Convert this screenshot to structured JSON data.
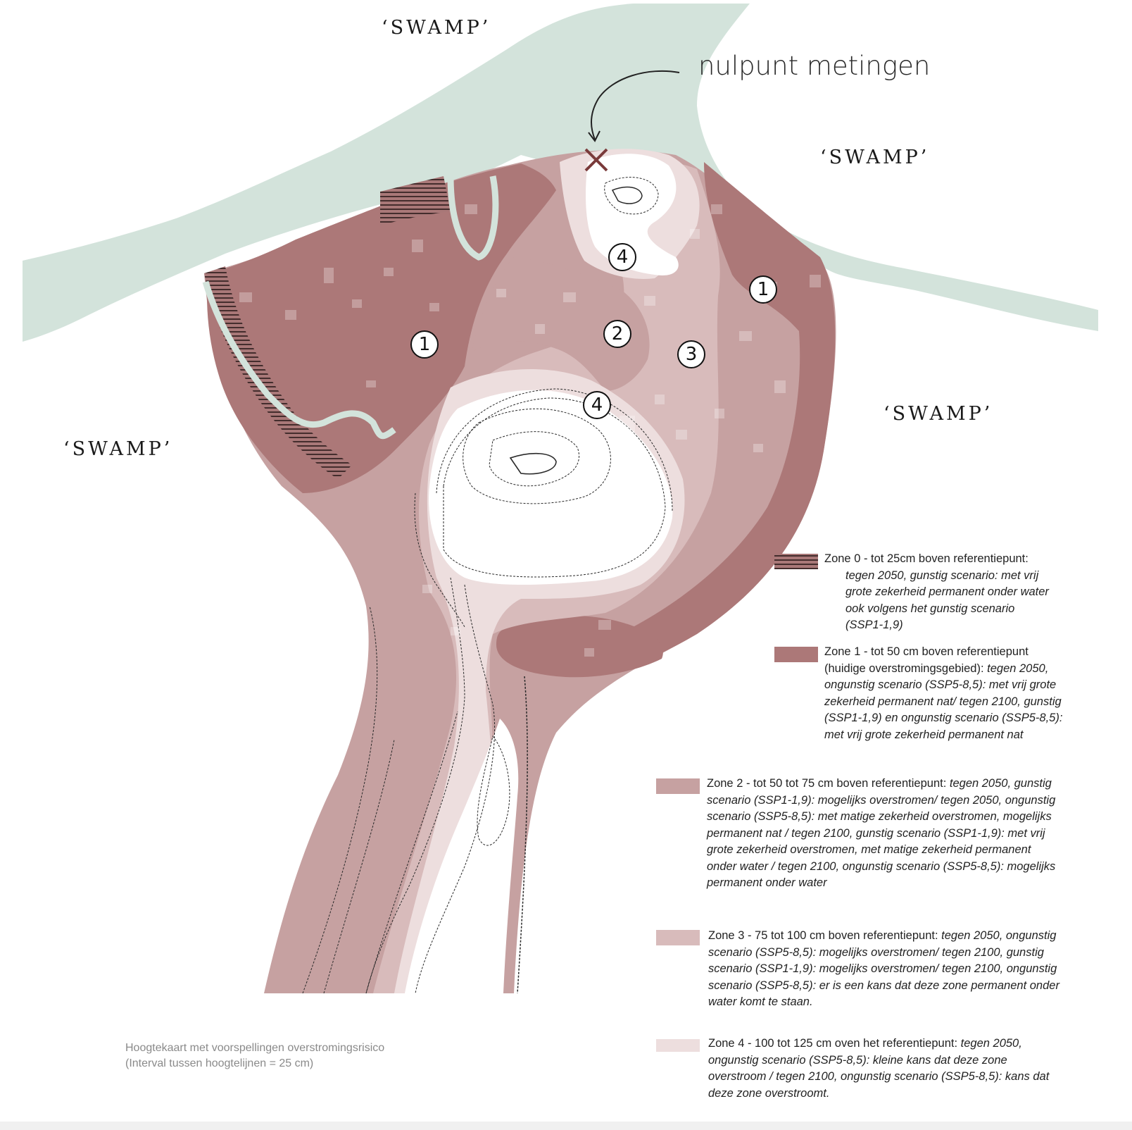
{
  "colors": {
    "swamp": "#d3e3db",
    "zone0": "#a97878",
    "zone1": "#ac7878",
    "zone2": "#c6a1a1",
    "zone3": "#d8bbbb",
    "zone4": "#eddede",
    "highground": "#ffffff"
  },
  "labels": {
    "swamp_top": "‘SWAMP’",
    "swamp_right_top": "‘SWAMP’",
    "swamp_right": "‘SWAMP’",
    "swamp_left": "‘SWAMP’",
    "nulpunt": "nulpunt metingen"
  },
  "zone_markers": [
    "1",
    "2",
    "3",
    "4",
    "4",
    "1"
  ],
  "legend": [
    {
      "label": "Zone  0 - tot 25cm boven referentiepunt:",
      "desc": " tegen 2050, gunstig scenario: met vrij grote zekerheid permanent onder water ook volgens het gunstig scenario (SSP1-1,9)",
      "icon": "hatched-swatch-icon"
    },
    {
      "label": "Zone 1 - tot 50 cm boven referentiepunt (huidige overstromingsgebied):",
      "desc": " tegen 2050, ongunstig scenario (SSP5-8,5): met vrij grote zekerheid permanent nat/ tegen 2100, gunstig  (SSP1-1,9) en ongunstig scenario (SSP5-8,5): met vrij grote zekerheid permanent nat",
      "icon": "zone1-swatch-icon"
    },
    {
      "label": "Zone 2 - tot 50 tot 75 cm boven referentiepunt:",
      "desc": " tegen 2050, gunstig scenario (SSP1-1,9): mogelijks overstromen/ tegen 2050, ongunstig scenario (SSP5-8,5): met matige zekerheid overstromen, mogelijks permanent nat / tegen 2100, gunstig scenario (SSP1-1,9): met vrij grote zekerheid overstromen, met matige zekerheid permanent onder water / tegen 2100, ongunstig scenario (SSP5-8,5): mogelijks permanent onder water",
      "icon": "zone2-swatch-icon"
    },
    {
      "label": "Zone 3 - 75 tot 100 cm boven referentiepunt:",
      "desc": " tegen 2050, ongunstig scenario (SSP5-8,5): mogelijks overstromen/ tegen 2100, gunstig scenario (SSP1-1,9): mogelijks overstromen/ tegen 2100, ongunstig scenario (SSP5-8,5): er is een kans dat deze zone permanent onder water komt te staan.",
      "icon": "zone3-swatch-icon"
    },
    {
      "label": "Zone 4 - 100 tot 125 cm oven het referentiepunt:",
      "desc": " tegen 2050, ongunstig scenario (SSP5-8,5): kleine kans dat deze zone overstroom / tegen 2100, ongunstig scenario (SSP5-8,5): kans dat deze zone overstroomt.",
      "icon": "zone4-swatch-icon"
    }
  ],
  "caption": {
    "line1": "Hoogtekaart met voorspellingen overstromingsrisico",
    "line2": "(Interval tussen hoogtelijnen = 25 cm)"
  }
}
